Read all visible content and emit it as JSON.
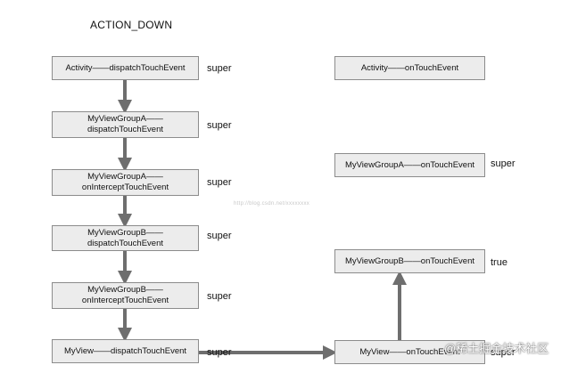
{
  "title": "ACTION_DOWN",
  "left_column": [
    {
      "line1": "Activity——dispatchTouchEvent",
      "line2": "",
      "side": "super"
    },
    {
      "line1": "MyViewGroupA——",
      "line2": "dispatchTouchEvent",
      "side": "super"
    },
    {
      "line1": "MyViewGroupA——",
      "line2": "onInterceptTouchEvent",
      "side": "super"
    },
    {
      "line1": "MyViewGroupB——",
      "line2": "dispatchTouchEvent",
      "side": "super"
    },
    {
      "line1": "MyViewGroupB——",
      "line2": "onInterceptTouchEvent",
      "side": "super"
    },
    {
      "line1": "MyView——dispatchTouchEvent",
      "line2": "",
      "side": "super"
    }
  ],
  "right_column": [
    {
      "line1": "Activity——onTouchEvent",
      "side": ""
    },
    {
      "line1": "MyViewGroupA——onTouchEvent",
      "side": "super"
    },
    {
      "line1": "MyViewGroupB——onTouchEvent",
      "side": "true"
    },
    {
      "line1": "MyView——onTouchEvent",
      "side": "super"
    }
  ],
  "watermark": "http://blog.csdn.net/xxxxxxxx",
  "brand": "@稀土掘金技术社区",
  "colors": {
    "box_fill": "#ececec",
    "box_border": "#8c8c8c",
    "arrow": "#6e6e6e"
  }
}
